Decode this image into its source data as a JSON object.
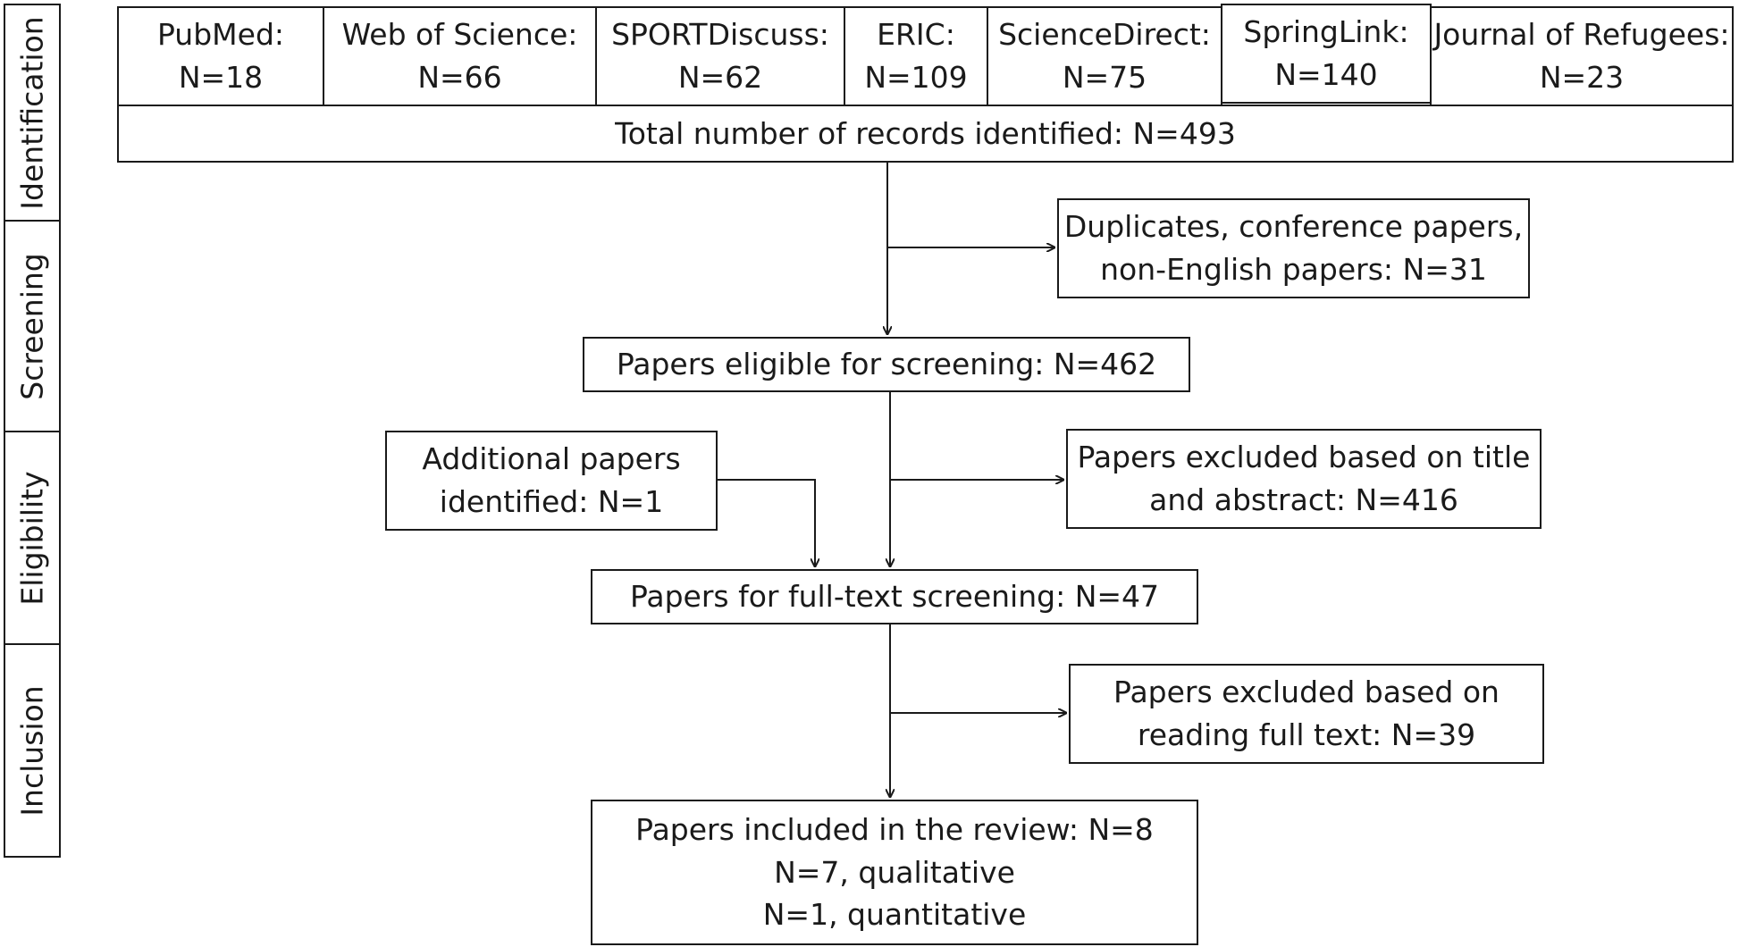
{
  "phases": [
    "Identification",
    "Screening",
    "Eligibility",
    "Inclusion"
  ],
  "sources": [
    {
      "name": "PubMed:",
      "count": "N=18"
    },
    {
      "name": "Web of Science:",
      "count": "N=66"
    },
    {
      "name": "SPORTDiscuss:",
      "count": "N=62"
    },
    {
      "name": "ERIC:",
      "count": "N=109"
    },
    {
      "name": "ScienceDirect:",
      "count": "N=75"
    },
    {
      "name": "SpringLink:",
      "count": "N=140"
    },
    {
      "name": "Journal of Refugees:",
      "count": "N=23"
    }
  ],
  "total": "Total number of records identified: N=493",
  "duplicates": [
    "Duplicates, conference papers,",
    "non-English papers: N=31"
  ],
  "eligible": "Papers eligible for screening: N=462",
  "additional": [
    "Additional papers",
    "identified: N=1"
  ],
  "excluded_title": [
    "Papers excluded based on title",
    "and abstract: N=416"
  ],
  "fulltext": "Papers for full-text screening: N=47",
  "excluded_fulltext": [
    "Papers excluded based on",
    "reading full text: N=39"
  ],
  "included": [
    "Papers included in the review: N=8",
    "N=7, qualitative",
    "N=1, quantitative"
  ]
}
